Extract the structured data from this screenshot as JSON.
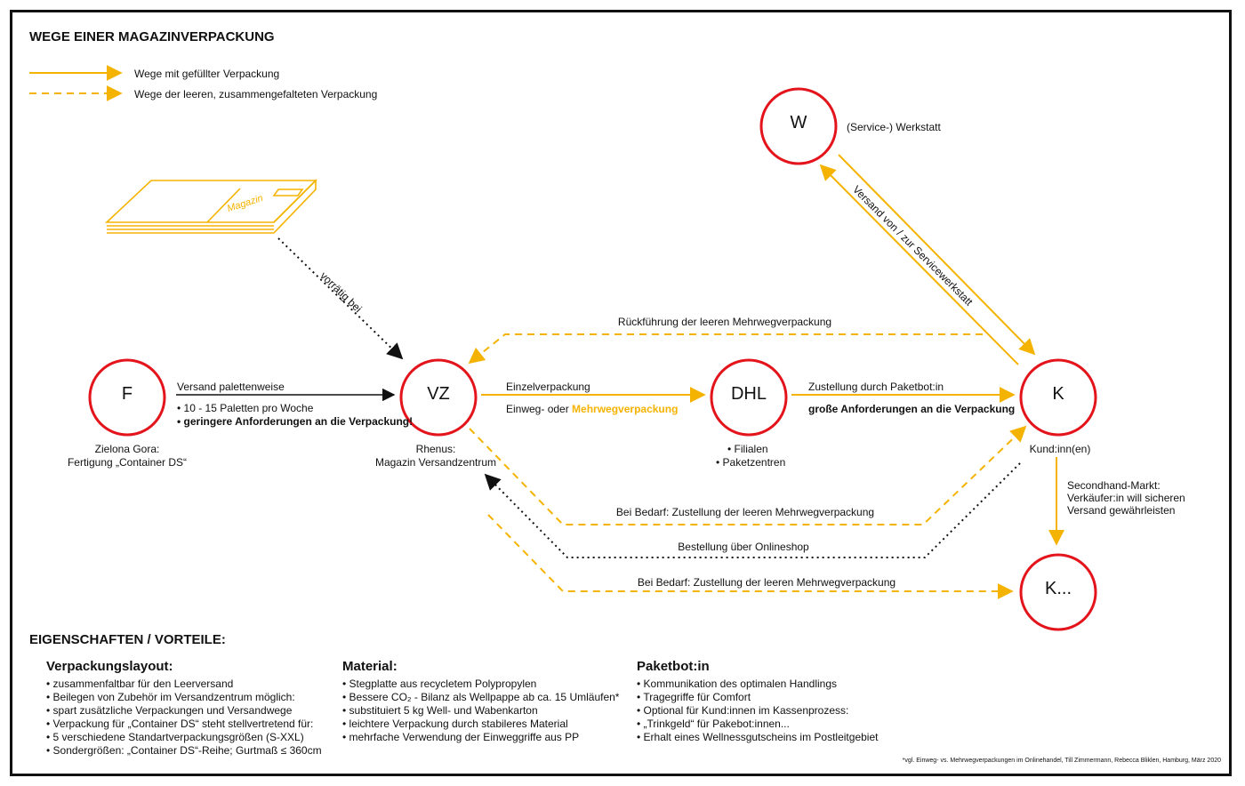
{
  "title": "WEGE EINER MAGAZINVERPACKUNG",
  "legend": {
    "solid_label": "Wege mit gefüllter Verpackung",
    "dashed_label": "Wege der leeren, zusammengefalteten Verpackung"
  },
  "nodes": {
    "F": {
      "label": "F",
      "caption1": "Zielona Gora:",
      "caption2": "Fertigung „Container DS“"
    },
    "VZ": {
      "label": "VZ",
      "caption1": "Rhenus:",
      "caption2": "Magazin Versandzentrum"
    },
    "DHL": {
      "label": "DHL",
      "caption1": "• Filialen",
      "caption2": "• Paketzentren"
    },
    "K": {
      "label": "K",
      "caption1": "Kund:inn(en)"
    },
    "W": {
      "label": "W",
      "caption1": "(Service-) Werkstatt"
    },
    "K2": {
      "label": "K..."
    }
  },
  "magazine_label": "Magazin",
  "edges": {
    "magazine_vz": "vorrätig bei",
    "f_vz_title": "Versand palettenweise",
    "f_vz_b1": "• 10 - 15 Paletten pro Woche",
    "f_vz_b2": "• geringere Anforderungen an die Verpackung!",
    "vz_dhl_top": "Einzelverpackung",
    "vz_dhl_bottom_a": "Einweg- oder ",
    "vz_dhl_bottom_b": "Mehrwegverpackung",
    "dhl_k_top": "Zustellung durch Paketbot:in",
    "dhl_k_bottom": "große Anforderungen an die Verpackung",
    "return_empty": "Rückführung der leeren Mehrwegverpackung",
    "k_w": "Versand von / zur Servicewerkstatt",
    "k_k2_1": "Secondhand-Markt:",
    "k_k2_2": "Verkäufer:in will sicheren",
    "k_k2_3": "Versand gewährleisten",
    "bedarf1": "Bei Bedarf: Zustellung der leeren Mehrwegverpackung",
    "onlineshop": "Bestellung über Onlineshop",
    "bedarf2": "Bei Bedarf: Zustellung der leeren Mehrwegverpackung"
  },
  "properties": {
    "heading": "EIGENSCHAFTEN / VORTEILE:",
    "layout": {
      "title": "Verpackungslayout:",
      "items": [
        "zusammenfaltbar für den Leerversand",
        "Beilegen von Zubehör im Versandzentrum möglich:",
        "spart zusätzliche Verpackungen und Versandwege",
        "Verpackung für „Container DS“ steht stellvertretend für:",
        "5 verschiedene Standartverpackungsgrößen (S-XXL)",
        "Sondergrößen: „Container DS“-Reihe; Gurtmaß ≤ 360cm"
      ]
    },
    "material": {
      "title": "Material:",
      "items": [
        "Stegplatte aus recycletem Polypropylen",
        "Bessere CO₂ - Bilanz als Wellpappe ab ca. 15 Umläufen*",
        "substituiert 5 kg Well- und Wabenkarton",
        "leichtere Verpackung durch stabileres Material",
        "mehrfache Verwendung der Einweggriffe aus PP"
      ]
    },
    "paketbot": {
      "title": "Paketbot:in",
      "items": [
        "Kommunikation des optimalen Handlings",
        "Tragegriffe für Comfort",
        "Optional für Kund:innen im Kassenprozess:",
        "„Trinkgeld“ für Pakebot:innen...",
        "Erhalt eines Wellnessgutscheins im Postleitgebiet"
      ]
    }
  },
  "footnote": "*vgl. Einweg- vs. Mehrwegverpackungen im Onlinehandel, Till Zimmermann, Rebecca Bliklen, Hamburg, März 2020",
  "colors": {
    "yellow": "#F5B301",
    "red": "#E3141B",
    "black": "#111111"
  }
}
